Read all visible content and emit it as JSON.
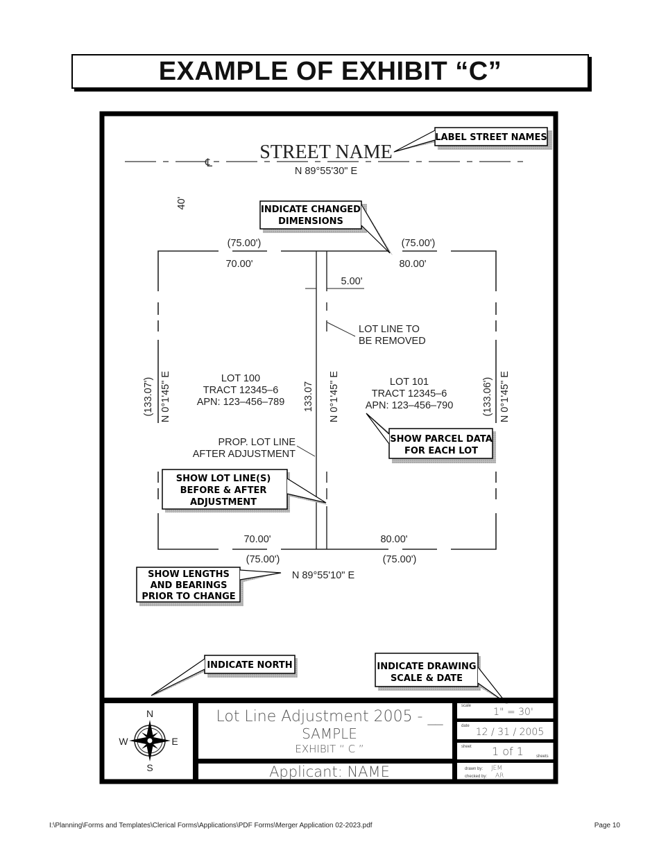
{
  "page_title": "EXAMPLE OF EXHIBIT “C”",
  "street": {
    "name": "STREET NAME",
    "centerline_symbol": "℄",
    "top_bearing": "N 89°55'30\" E",
    "bottom_bearing": "N 89°55'10\" E",
    "width": "40'"
  },
  "dimensions": {
    "top_left_old": "(75.00')",
    "top_left_new": "70.00'",
    "top_right_old": "(75.00')",
    "top_right_new": "80.00'",
    "bottom_left_new": "70.00'",
    "bottom_left_old": "(75.00')",
    "bottom_right_new": "80.00'",
    "bottom_right_old": "(75.00')",
    "offset": "5.00'",
    "left_side_old": "(133.07')",
    "left_side_bearing": "N 0°1'45\" E",
    "middle_length": "133.07",
    "middle_bearing": "N 0°1'45\" E",
    "right_side_old": "(133.06')",
    "right_side_bearing": "N 0°1'45\" E"
  },
  "lots": [
    {
      "lot": "LOT  100",
      "tract": "TRACT  12345–6",
      "apn": "APN:  123–456–789"
    },
    {
      "lot": "LOT  101",
      "tract": "TRACT  12345–6",
      "apn": "APN:  123–456–790"
    }
  ],
  "notes": {
    "lot_line_removed": [
      "LOT  LINE  TO",
      "BE  REMOVED"
    ],
    "prop_lot_line": [
      "PROP.  LOT  LINE",
      "AFTER  ADJUSTMENT"
    ]
  },
  "callouts": {
    "label_street": [
      "LABEL STREET NAMES"
    ],
    "changed_dims": [
      "INDICATE CHANGED",
      "DIMENSIONS"
    ],
    "parcel_data": [
      "SHOW PARCEL DATA",
      "FOR EACH LOT"
    ],
    "lot_lines": [
      "SHOW LOT LINE(S)",
      "BEFORE & AFTER",
      "ADJUSTMENT"
    ],
    "lengths": [
      "SHOW LENGTHS",
      "AND BEARINGS",
      "PRIOR TO CHANGE"
    ],
    "north": [
      "INDICATE NORTH"
    ],
    "scale_date": [
      "INDICATE DRAWING",
      "SCALE & DATE"
    ]
  },
  "compass": {
    "n": "N",
    "s": "S",
    "e": "E",
    "w": "W"
  },
  "title_block": {
    "line1": "Lot Line Adjustment 2005 - __",
    "line2": "SAMPLE",
    "line3": "EXHIBIT “ C ”",
    "applicant": "Applicant: NAME",
    "scale_label": "scale",
    "scale_value": "1\" = 30'",
    "date_label": "date",
    "date_value": "12 / 31 / 2005",
    "sheet_label": "sheet",
    "sheet_value": "1 of 1",
    "sheets_label": "sheets",
    "drawn_label": "drawn by:",
    "drawn_value": "JEM",
    "checked_label": "checked by:",
    "checked_value": "AR"
  },
  "footer": {
    "path": "I:\\Planning\\Forms and Templates\\Clerical Forms\\Applications\\PDF Forms\\Merger Application 02-2023.pdf",
    "page": "Page 10"
  }
}
